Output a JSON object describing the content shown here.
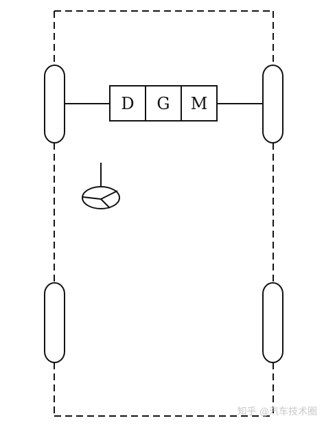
{
  "drivetrain": {
    "boxes": [
      {
        "key": "d",
        "label": "D"
      },
      {
        "key": "g",
        "label": "G"
      },
      {
        "key": "m",
        "label": "M"
      }
    ]
  },
  "watermark": {
    "text": "知乎 @汽车技术圈"
  },
  "colors": {
    "line": "#111111",
    "background": "#ffffff",
    "watermark": "#c8c8c8"
  }
}
